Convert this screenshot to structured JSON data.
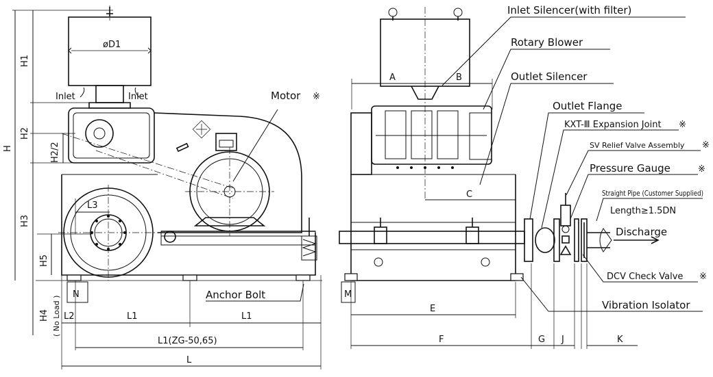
{
  "dimensions": {
    "H1": "H1",
    "H": "H",
    "H2": "H2",
    "H2_2": "H2/2",
    "H3": "H3",
    "H5": "H5",
    "H4": "H4",
    "no_load": "( No Load )",
    "D1": "øD1",
    "L3": "L3",
    "N": "N",
    "L2": "L2",
    "L1_left": "L1",
    "L1_right": "L1",
    "L1_zg": "L1(ZG-50,65)",
    "L": "L",
    "A": "A",
    "B": "B",
    "C": "C",
    "M": "M",
    "E": "E",
    "F": "F",
    "G": "G",
    "J": "J",
    "K": "K"
  },
  "labels": {
    "inlet_left": "Inlet",
    "inlet_right": "Inlet",
    "motor": "Motor",
    "anchor_bolt": "Anchor Bolt",
    "inlet_silencer": "Inlet Silencer(with filter)",
    "rotary_blower": "Rotary Blower",
    "outlet_silencer": "Outlet Silencer",
    "outlet_flange": "Outlet Flange",
    "expansion_joint": "KXT-Ⅲ Expansion Joint",
    "relief_valve": "SV Relief Valve Assembly",
    "pressure_gauge": "Pressure Gauge",
    "straight_pipe": "Straight Pipe (Customer Supplied)",
    "length": "Length≥1.5DN",
    "discharge": "Discharge",
    "check_valve": "DCV Check Valve",
    "vibration_isolator": "Vibration Isolator",
    "optional_mark": "※"
  }
}
